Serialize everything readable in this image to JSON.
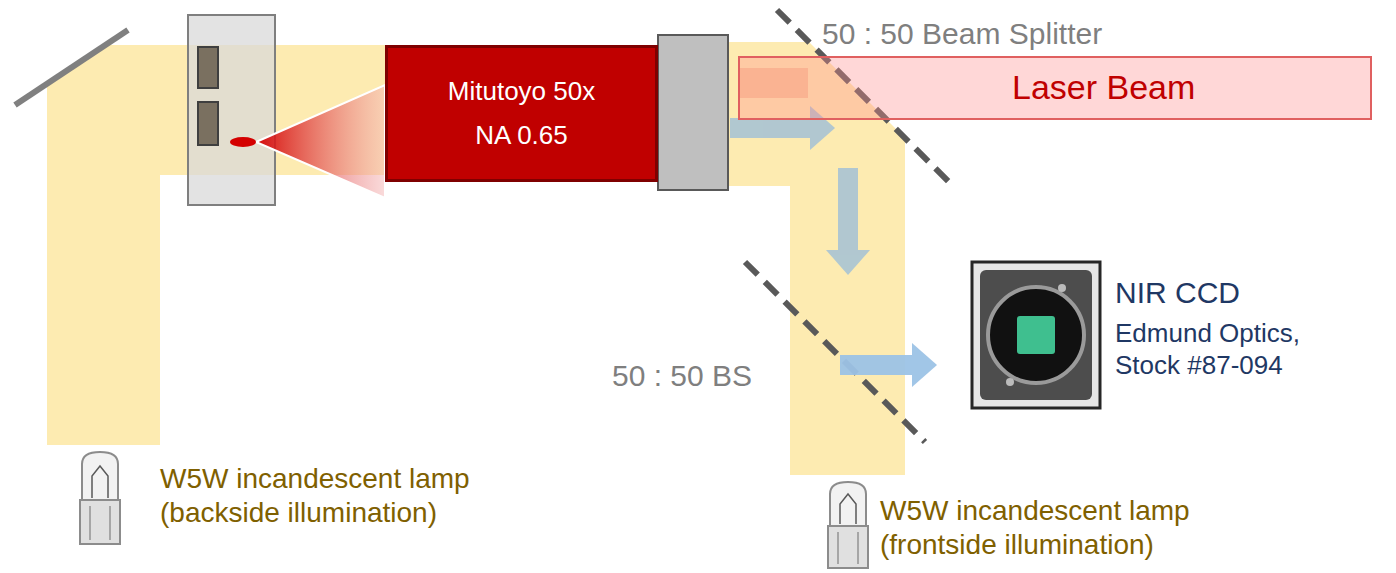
{
  "diagram": {
    "nodes": [
      {
        "text": [
          "Mitutoyo 50x",
          "NA 0.65"
        ]
      },
      {
        "text": [
          "Laser Beam"
        ]
      }
    ],
    "labels": [
      "50 : 50 Beam Splitter",
      "50 : 50 BS",
      "NIR CCD",
      "Edmund Optics, Stock #87-094",
      "W5W incandescent lamp (backside illumination)",
      "W5W incandescent lamp (frontside illumination)"
    ]
  }
}
